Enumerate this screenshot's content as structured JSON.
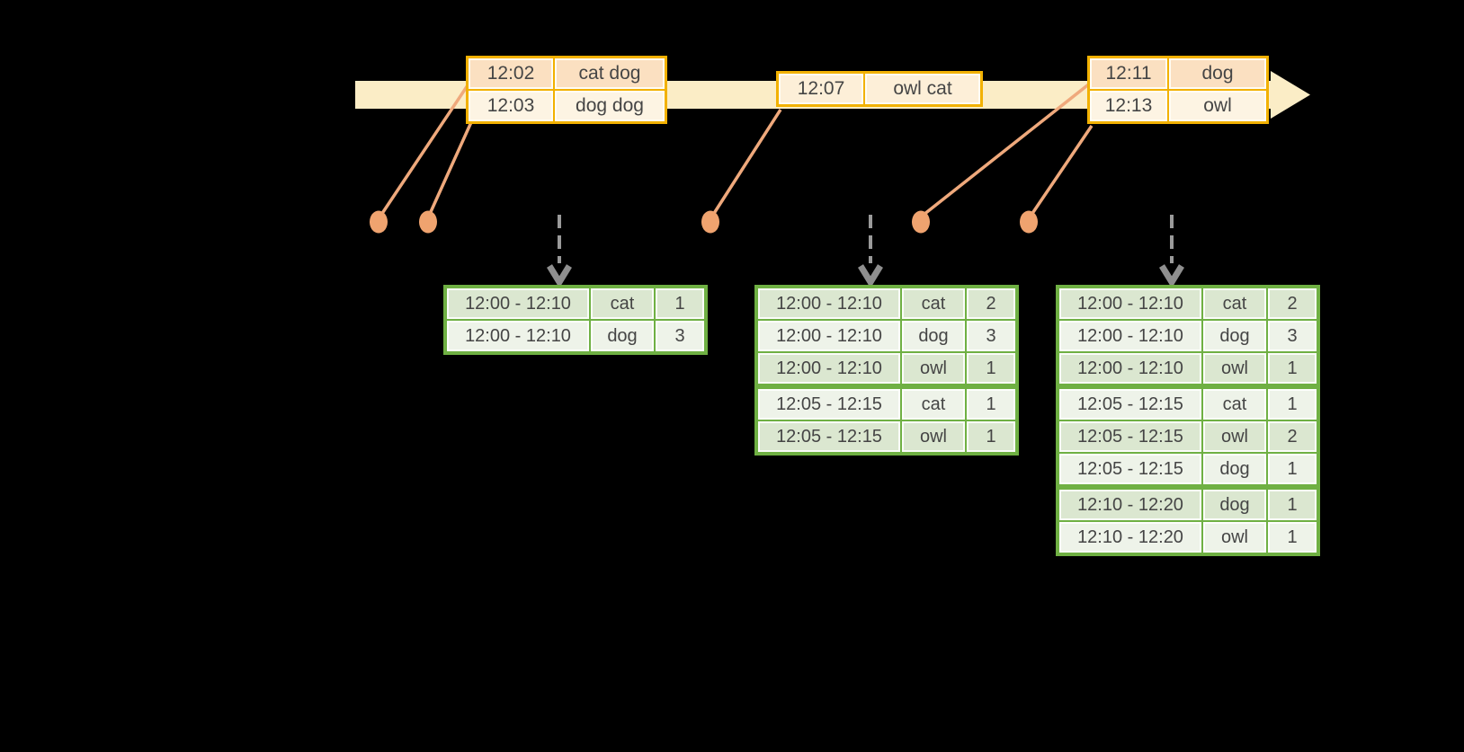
{
  "diagram": {
    "kind": "windowed-event-count-timeline",
    "colors": {
      "background": "#000000",
      "timeline_band": "#fbedc6",
      "event_border": "#f2b100",
      "event_row_dark": "#fbe0c1",
      "event_row_light": "#fdf4e3",
      "event_row_cream": "#fdefd8",
      "connector_line": "#efa97c",
      "event_dot": "#efa36f",
      "result_border": "#6fb043",
      "result_row_dark": "#dbe7d0",
      "result_row_light": "#eef3e9",
      "trigger_arrow": "#969696",
      "text": "#454545"
    }
  },
  "timeline": {
    "batches": [
      {
        "rows": [
          {
            "time": "12:02",
            "words": "cat dog"
          },
          {
            "time": "12:03",
            "words": "dog dog"
          }
        ]
      },
      {
        "rows": [
          {
            "time": "12:07",
            "words": "owl cat"
          }
        ]
      },
      {
        "rows": [
          {
            "time": "12:11",
            "words": "dog"
          },
          {
            "time": "12:13",
            "words": "owl"
          }
        ]
      }
    ]
  },
  "results": {
    "tables": [
      {
        "rows": [
          {
            "window": "12:00 - 12:10",
            "word": "cat",
            "count": "1"
          },
          {
            "window": "12:00 - 12:10",
            "word": "dog",
            "count": "3"
          }
        ]
      },
      {
        "rows": [
          {
            "window": "12:00 - 12:10",
            "word": "cat",
            "count": "2"
          },
          {
            "window": "12:00 - 12:10",
            "word": "dog",
            "count": "3"
          },
          {
            "window": "12:00 - 12:10",
            "word": "owl",
            "count": "1"
          },
          {
            "window": "12:05 - 12:15",
            "word": "cat",
            "count": "1"
          },
          {
            "window": "12:05 - 12:15",
            "word": "owl",
            "count": "1"
          }
        ]
      },
      {
        "rows": [
          {
            "window": "12:00 - 12:10",
            "word": "cat",
            "count": "2"
          },
          {
            "window": "12:00 - 12:10",
            "word": "dog",
            "count": "3"
          },
          {
            "window": "12:00 - 12:10",
            "word": "owl",
            "count": "1"
          },
          {
            "window": "12:05 - 12:15",
            "word": "cat",
            "count": "1"
          },
          {
            "window": "12:05 - 12:15",
            "word": "owl",
            "count": "2"
          },
          {
            "window": "12:05 - 12:15",
            "word": "dog",
            "count": "1"
          },
          {
            "window": "12:10 - 12:20",
            "word": "dog",
            "count": "1"
          },
          {
            "window": "12:10 - 12:20",
            "word": "owl",
            "count": "1"
          }
        ]
      }
    ]
  }
}
